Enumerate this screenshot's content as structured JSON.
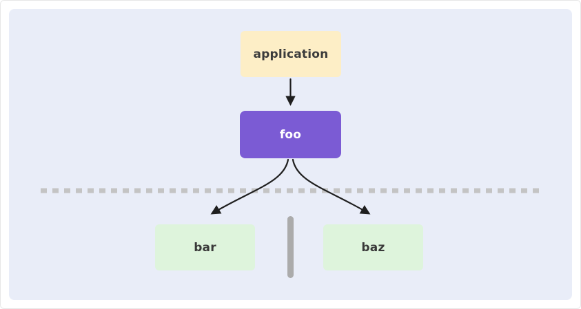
{
  "diagram": {
    "nodes": {
      "application": {
        "label": "application"
      },
      "foo": {
        "label": "foo"
      },
      "bar": {
        "label": "bar"
      },
      "baz": {
        "label": "baz"
      }
    },
    "edges": [
      {
        "from": "application",
        "to": "foo",
        "style": "straight-arrow"
      },
      {
        "from": "foo",
        "to": "bar",
        "style": "curved-arrow"
      },
      {
        "from": "foo",
        "to": "baz",
        "style": "curved-arrow"
      }
    ],
    "separators": [
      {
        "type": "horizontal-dashed-line",
        "orientation": "horizontal"
      },
      {
        "type": "vertical-bar",
        "orientation": "vertical"
      }
    ]
  },
  "colors": {
    "page_bg": "#ffffff",
    "panel_bg": "#e9edf8",
    "application_bg": "#fdeec6",
    "application_text": "#3b3b3b",
    "foo_bg": "#7b5bd4",
    "foo_text": "#ffffff",
    "leaf_bg": "#def4dc",
    "leaf_text": "#393939",
    "arrow": "#1f1f1f",
    "dashed_line": "#c4c4c4",
    "divider": "#ababab"
  }
}
